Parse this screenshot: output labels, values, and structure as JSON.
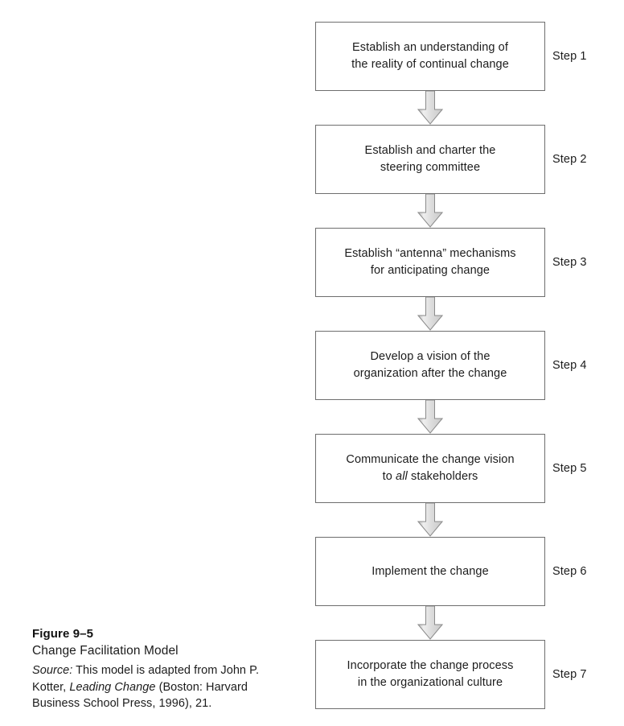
{
  "figure": {
    "number": "Figure 9–5",
    "title": "Change Facilitation Model",
    "source_label": "Source:",
    "source_part1": " This model is adapted from John P. Kotter, ",
    "source_italic_work": "Leading Change",
    "source_part2": " (Boston: Harvard Business School Press, 1996), 21."
  },
  "diagram": {
    "arrow_icon": "down-block-arrow-icon",
    "arrow_fill": "#e4e4e4",
    "arrow_stroke": "#8a8a8a",
    "box_border": "#6e6e6e",
    "steps": [
      {
        "label": "Step 1",
        "line1": "Establish an understanding of",
        "line2": "the reality of continual change",
        "emphasis": ""
      },
      {
        "label": "Step 2",
        "line1": "Establish and charter the",
        "line2": "steering committee",
        "emphasis": ""
      },
      {
        "label": "Step 3",
        "line1": "Establish “antenna” mechanisms",
        "line2": "for anticipating change",
        "emphasis": ""
      },
      {
        "label": "Step 4",
        "line1": "Develop a vision of the",
        "line2": "organization after the change",
        "emphasis": ""
      },
      {
        "label": "Step 5",
        "line1": "Communicate the change vision",
        "line2_pre": "to ",
        "emphasis": "all",
        "line2_post": " stakeholders"
      },
      {
        "label": "Step 6",
        "line1": "Implement the change",
        "line2": "",
        "emphasis": ""
      },
      {
        "label": "Step 7",
        "line1": "Incorporate the change process",
        "line2": "in the organizational culture",
        "emphasis": ""
      }
    ]
  }
}
